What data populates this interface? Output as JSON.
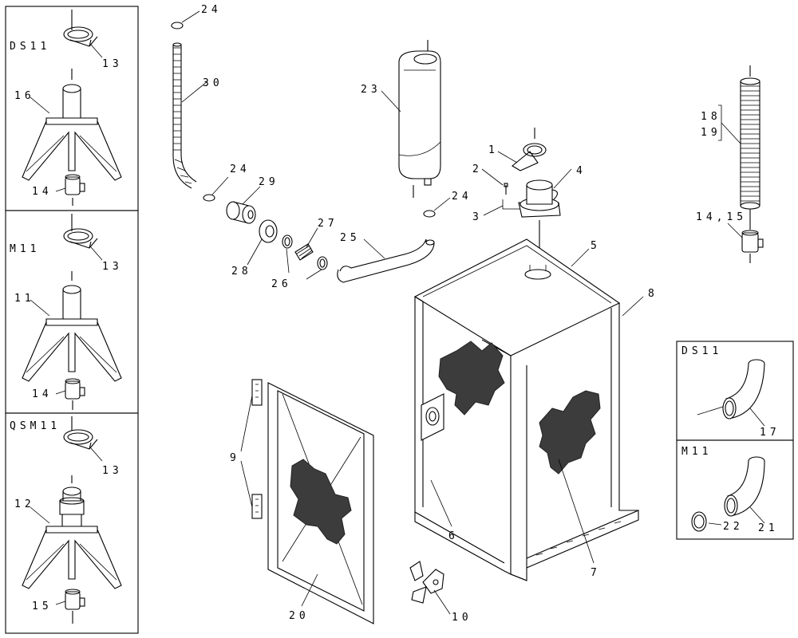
{
  "panels": {
    "left_top": {
      "title": "DS11",
      "callouts": [
        "13",
        "16",
        "14"
      ]
    },
    "left_mid": {
      "title": "M11",
      "callouts": [
        "13",
        "11",
        "14"
      ]
    },
    "left_bottom": {
      "title": "QSM11",
      "callouts": [
        "13",
        "12",
        "15"
      ]
    },
    "right_top": {
      "title": "DS11",
      "callouts": [
        "17"
      ]
    },
    "right_bottom": {
      "title": "M11",
      "callouts": [
        "22",
        "21"
      ]
    }
  },
  "callouts": {
    "c24a": "24",
    "c30": "30",
    "c24b": "24",
    "c29": "29",
    "c28": "28",
    "c27": "27",
    "c26": "26",
    "c25": "25",
    "c23": "23",
    "c24c": "24",
    "c1": "1",
    "c2": "2",
    "c3": "3",
    "c4": "4",
    "c5": "5",
    "c8": "8",
    "c18": "18",
    "c19": "19",
    "c1415": "14,15",
    "c9": "9",
    "c6": "6",
    "c7": "7",
    "c20": "20",
    "c10": "10"
  }
}
